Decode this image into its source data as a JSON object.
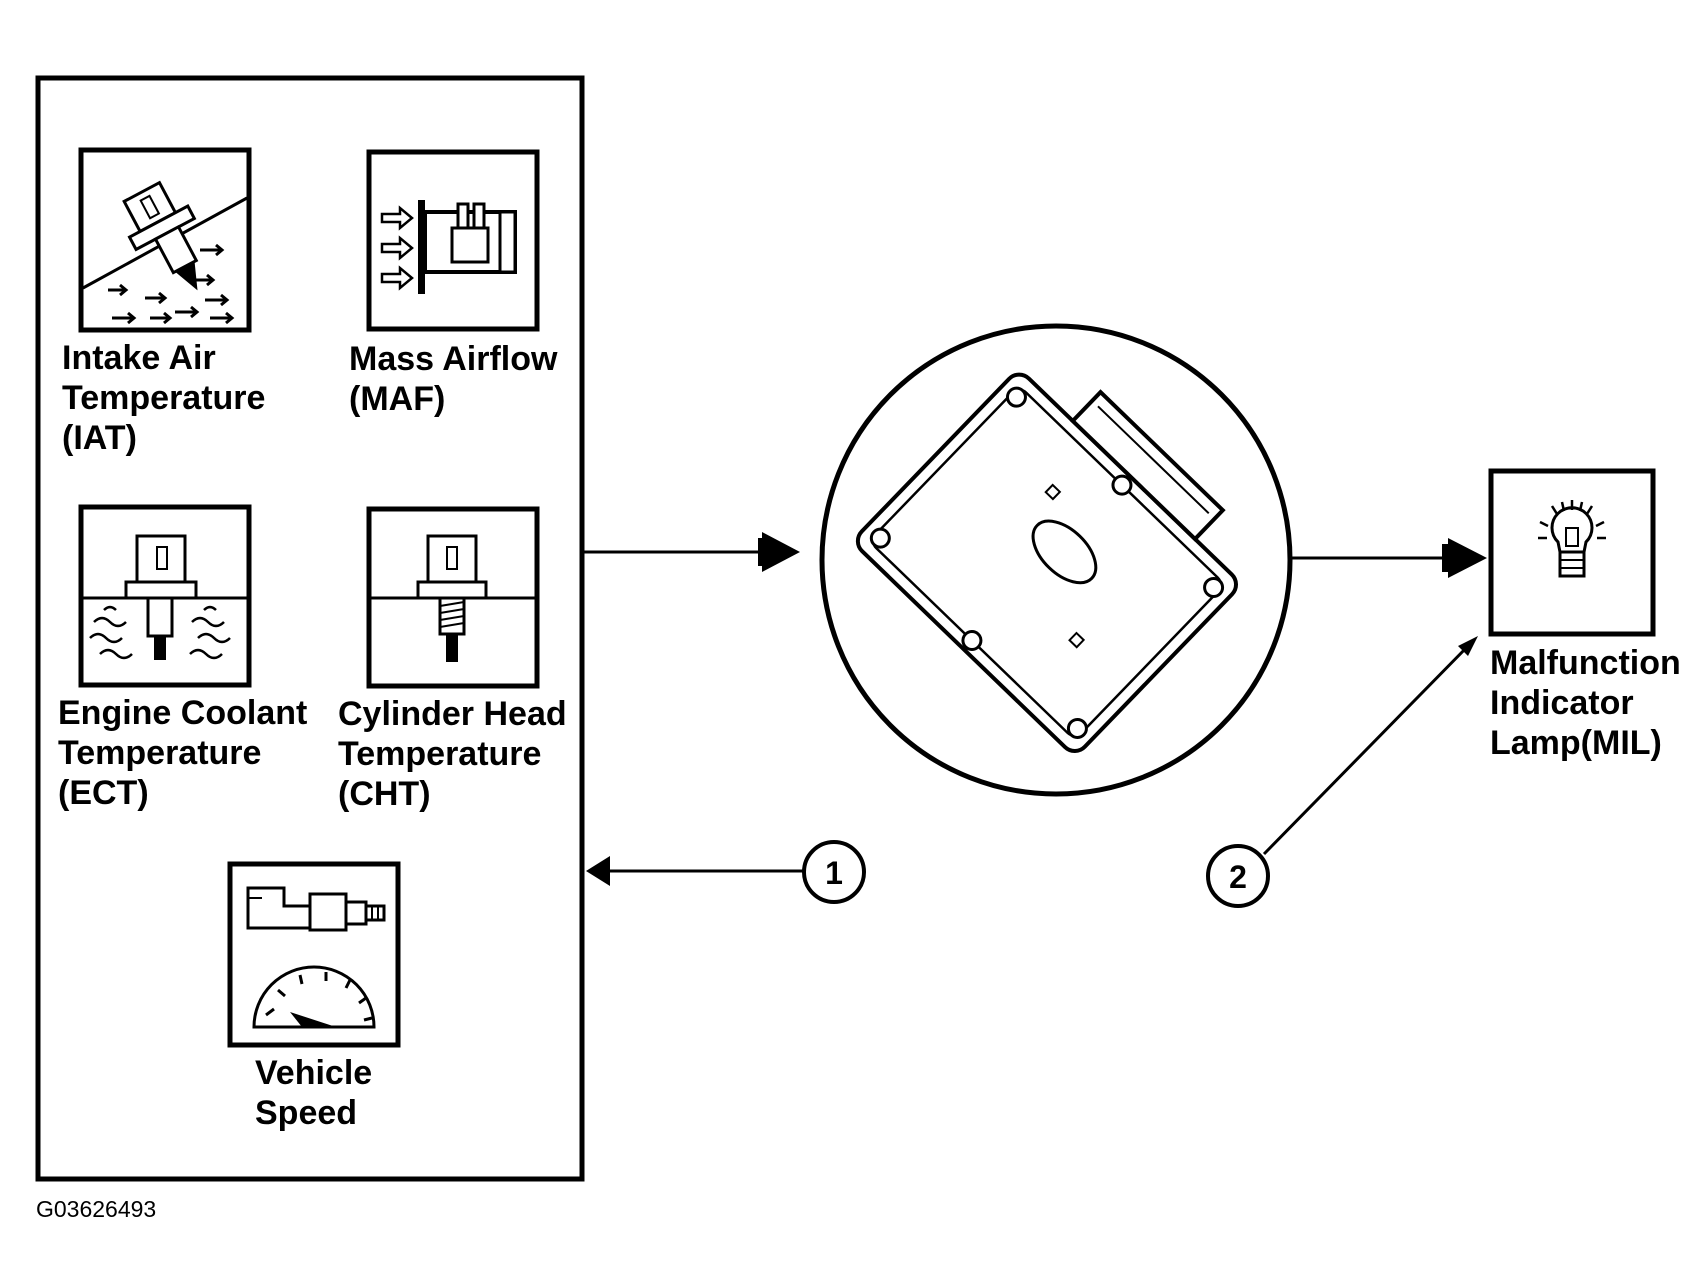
{
  "sensors": {
    "iat": {
      "lines": [
        "Intake Air",
        "Temperature",
        "(IAT)"
      ]
    },
    "maf": {
      "lines": [
        "Mass Airflow",
        "(MAF)"
      ]
    },
    "ect": {
      "lines": [
        "Engine Coolant",
        "Temperature",
        "(ECT)"
      ]
    },
    "cht": {
      "lines": [
        "Cylinder Head",
        "Temperature",
        "(CHT)"
      ]
    },
    "vss": {
      "lines": [
        "Vehicle",
        "Speed"
      ]
    }
  },
  "mil": {
    "lines": [
      "Malfunction",
      "Indicator",
      "Lamp(MIL)"
    ]
  },
  "callouts": {
    "one": "1",
    "two": "2"
  },
  "figure_id": "G03626493",
  "colors": {
    "ink": "#000000",
    "paper": "#ffffff"
  }
}
